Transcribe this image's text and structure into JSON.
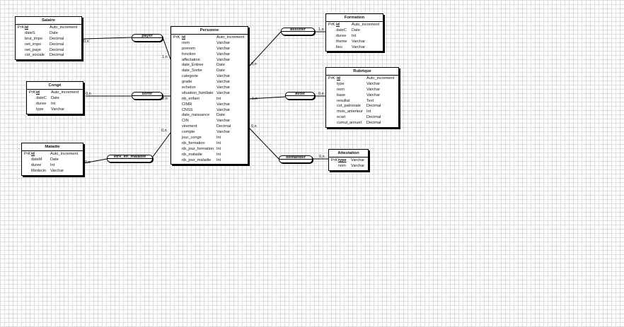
{
  "entities": [
    {
      "id": "salaire",
      "name": "Salaire",
      "attributes": [
        {
          "key": "PrK",
          "name": "id",
          "type": "Auto_increment",
          "pk": true
        },
        {
          "key": "",
          "name": "dateS",
          "type": "Date"
        },
        {
          "key": "",
          "name": "brut_impo",
          "type": "Decimal"
        },
        {
          "key": "",
          "name": "net_impo",
          "type": "Decimal"
        },
        {
          "key": "",
          "name": "net_paye",
          "type": "Decimal"
        },
        {
          "key": "",
          "name": "cot_sociale",
          "type": "Decimal"
        }
      ]
    },
    {
      "id": "conge",
      "name": "Congé",
      "attributes": [
        {
          "key": "PrK",
          "name": "id",
          "type": "Auto_increment",
          "pk": true
        },
        {
          "key": "",
          "name": "dateC",
          "type": "Date"
        },
        {
          "key": "",
          "name": "duree",
          "type": "Int"
        },
        {
          "key": "",
          "name": "type",
          "type": "Varchar"
        }
      ]
    },
    {
      "id": "maladie",
      "name": "Maladie",
      "attributes": [
        {
          "key": "PrK",
          "name": "id",
          "type": "Auto_increment",
          "pk": true
        },
        {
          "key": "",
          "name": "dateM",
          "type": "Date"
        },
        {
          "key": "",
          "name": "duree",
          "type": "Int"
        },
        {
          "key": "",
          "name": "Medecin",
          "type": "Varchar"
        }
      ]
    },
    {
      "id": "personne",
      "name": "Personne",
      "attributes": [
        {
          "key": "PrK",
          "name": "id",
          "type": "Auto_increment",
          "pk": true
        },
        {
          "key": "",
          "name": "nom",
          "type": "Varchar"
        },
        {
          "key": "",
          "name": "prenom",
          "type": "Varchar"
        },
        {
          "key": "",
          "name": "fonction",
          "type": "Varchar"
        },
        {
          "key": "",
          "name": "affectation",
          "type": "Varchar"
        },
        {
          "key": "",
          "name": "date_Entree",
          "type": "Date"
        },
        {
          "key": "",
          "name": "date_Sortie",
          "type": "Date"
        },
        {
          "key": "",
          "name": "categorie",
          "type": "Varchar"
        },
        {
          "key": "",
          "name": "grade",
          "type": "Varchar"
        },
        {
          "key": "",
          "name": "echelon",
          "type": "Varchar"
        },
        {
          "key": "",
          "name": "situation_familiale",
          "type": "Varchar"
        },
        {
          "key": "",
          "name": "nb_enfant",
          "type": "Int"
        },
        {
          "key": "",
          "name": "CIMR",
          "type": "Varchar"
        },
        {
          "key": "",
          "name": "CNSS",
          "type": "Varchar"
        },
        {
          "key": "",
          "name": "date_naissance",
          "type": "Date"
        },
        {
          "key": "",
          "name": "CIN",
          "type": "Varchar"
        },
        {
          "key": "",
          "name": "virement",
          "type": "Decimal"
        },
        {
          "key": "",
          "name": "compte",
          "type": "Varchar"
        },
        {
          "key": "",
          "name": "jour_conge",
          "type": "Int"
        },
        {
          "key": "",
          "name": "nb_formation",
          "type": "Int"
        },
        {
          "key": "",
          "name": "nb_jour_formation",
          "type": "Int"
        },
        {
          "key": "",
          "name": "nb_maladie",
          "type": "Int"
        },
        {
          "key": "",
          "name": "nb_jour_maladie",
          "type": "Int"
        }
      ]
    },
    {
      "id": "formation",
      "name": "Formation",
      "attributes": [
        {
          "key": "PrK",
          "name": "id",
          "type": "Auto_increment",
          "pk": true
        },
        {
          "key": "",
          "name": "dateC",
          "type": "Date"
        },
        {
          "key": "",
          "name": "duree",
          "type": "Int"
        },
        {
          "key": "",
          "name": "theme",
          "type": "Varchar"
        },
        {
          "key": "",
          "name": "lieu",
          "type": "Varchar"
        }
      ]
    },
    {
      "id": "rubrique",
      "name": "Rubrique",
      "attributes": [
        {
          "key": "PrK",
          "name": "id",
          "type": "Auto_increment",
          "pk": true
        },
        {
          "key": "",
          "name": "type",
          "type": "Varchar"
        },
        {
          "key": "",
          "name": "nom",
          "type": "Varchar"
        },
        {
          "key": "",
          "name": "base",
          "type": "Varchar"
        },
        {
          "key": "",
          "name": "resultat",
          "type": "Text"
        },
        {
          "key": "",
          "name": "cot_patronale",
          "type": "Decimal"
        },
        {
          "key": "",
          "name": "mois_anterieur",
          "type": "Int"
        },
        {
          "key": "",
          "name": "ecart",
          "type": "Decimal"
        },
        {
          "key": "",
          "name": "cumul_annuel",
          "type": "Decimal"
        }
      ]
    },
    {
      "id": "attestation",
      "name": "Attestation",
      "attributes": [
        {
          "key": "PrK",
          "name": "type",
          "type": "Varchar",
          "pk": true
        },
        {
          "key": "",
          "name": "nom",
          "type": "Varchar"
        }
      ]
    }
  ],
  "associations": [
    {
      "id": "payer",
      "name": "payer"
    },
    {
      "id": "sortir",
      "name": "sortir"
    },
    {
      "id": "etre_en_maladie",
      "name": "etre_en_maladie"
    },
    {
      "id": "assister",
      "name": "assister"
    },
    {
      "id": "avoir",
      "name": "avoir"
    },
    {
      "id": "demander",
      "name": "demander"
    }
  ],
  "cardinalities": [
    {
      "id": "salaire-payer",
      "text": "0,n"
    },
    {
      "id": "personne-payer",
      "text": "1,n"
    },
    {
      "id": "conge-sortir",
      "text": "0,n"
    },
    {
      "id": "personne-sortir",
      "text": "0,n"
    },
    {
      "id": "maladie-etre",
      "text": "0,n"
    },
    {
      "id": "personne-etre",
      "text": "0,n"
    },
    {
      "id": "personne-assister",
      "text": "0,n"
    },
    {
      "id": "formation-assister",
      "text": "1,n"
    },
    {
      "id": "personne-avoir",
      "text": "1,n"
    },
    {
      "id": "rubrique-avoir",
      "text": "0,n"
    },
    {
      "id": "personne-demander",
      "text": "0,n"
    },
    {
      "id": "attestation-demander",
      "text": "0,n"
    }
  ]
}
